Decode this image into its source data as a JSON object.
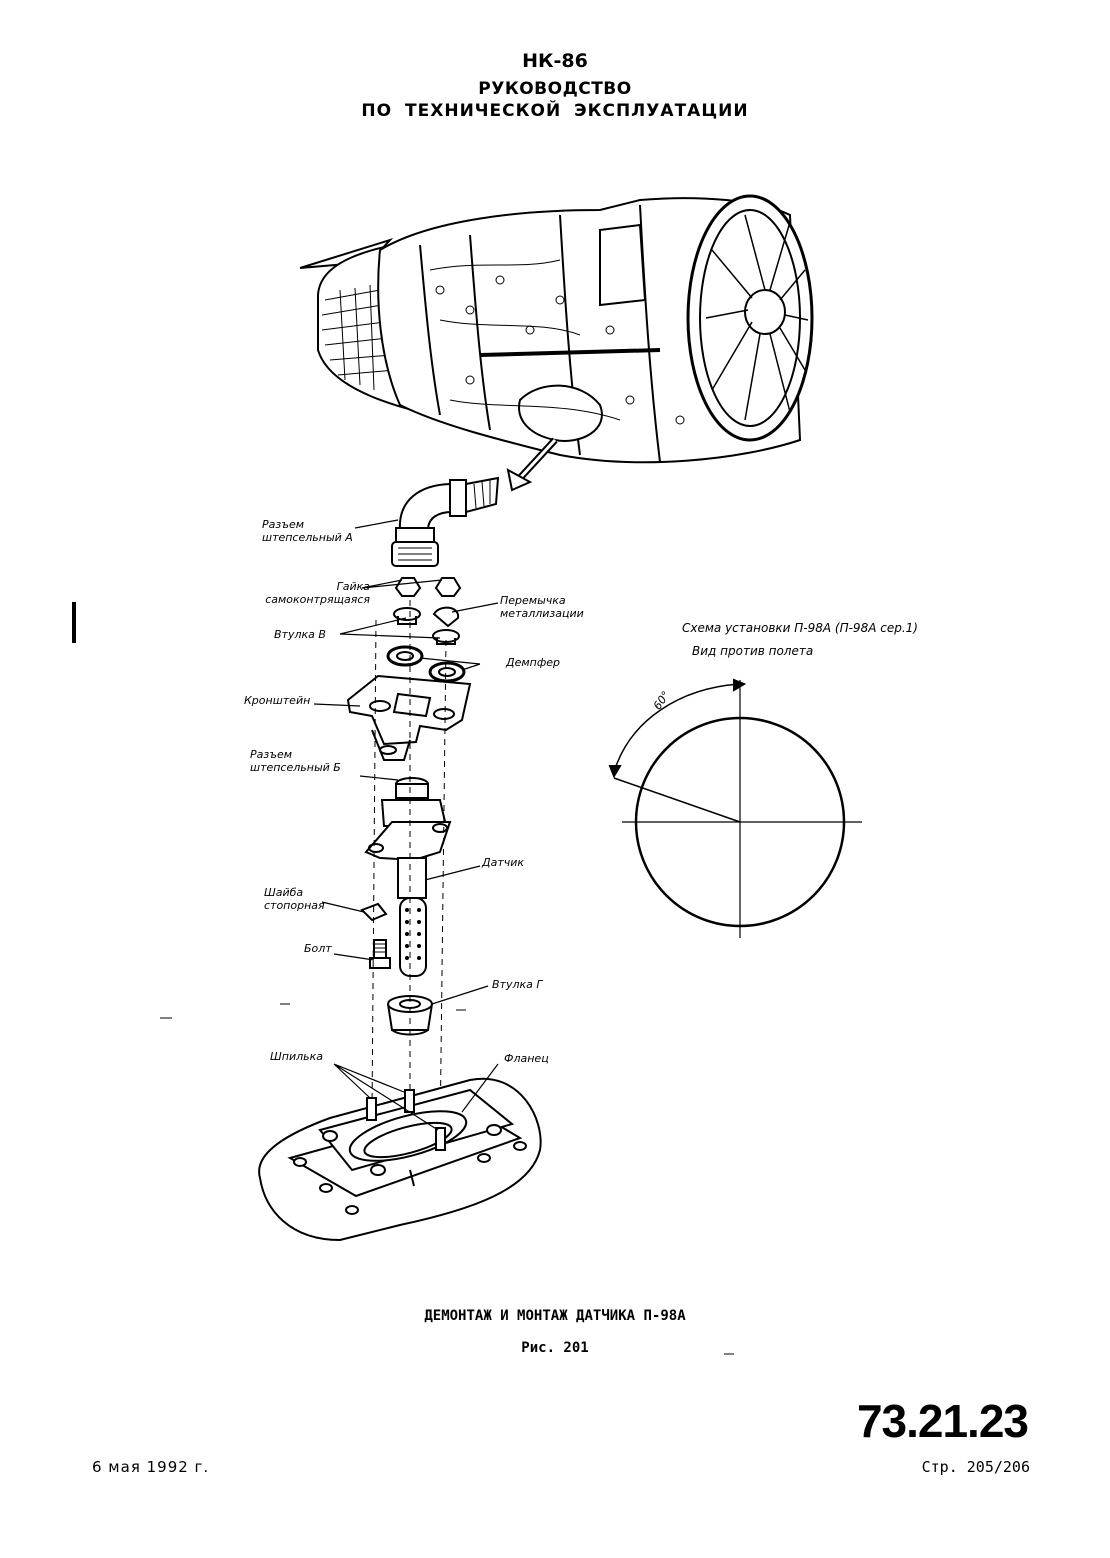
{
  "header": {
    "line1": "НК-86",
    "line2": "РУКОВОДСТВО",
    "line3": "ПО ТЕХНИЧЕСКОЙ ЭКСПЛУАТАЦИИ"
  },
  "labels": {
    "connector_a": "Разъем\nштепсельный А",
    "nut": "Гайка\nсамоконтрящаяся",
    "jumper": "Перемычка\nметаллизации",
    "bushing_v": "Втулка В",
    "damper": "Демпфер",
    "bracket": "Кронштейн",
    "connector_b": "Разъем\nштепсельный Б",
    "sensor": "Датчик",
    "lock_washer": "Шайба\nстопорная",
    "bolt": "Болт",
    "bushing_g": "Втулка Г",
    "stud": "Шпилька",
    "flange": "Фланец"
  },
  "scheme": {
    "title": "Схема установки П-98А (П-98А сер.1)",
    "subtitle": "Вид против полета",
    "angle": "60°"
  },
  "figure": {
    "title": "ДЕМОНТАЖ И МОНТАЖ ДАТЧИКА П-98А",
    "number": "Рис. 201"
  },
  "footer": {
    "doc_code": "73.21.23",
    "date": "6 мая 1992 г.",
    "page": "Стр. 205/206"
  }
}
